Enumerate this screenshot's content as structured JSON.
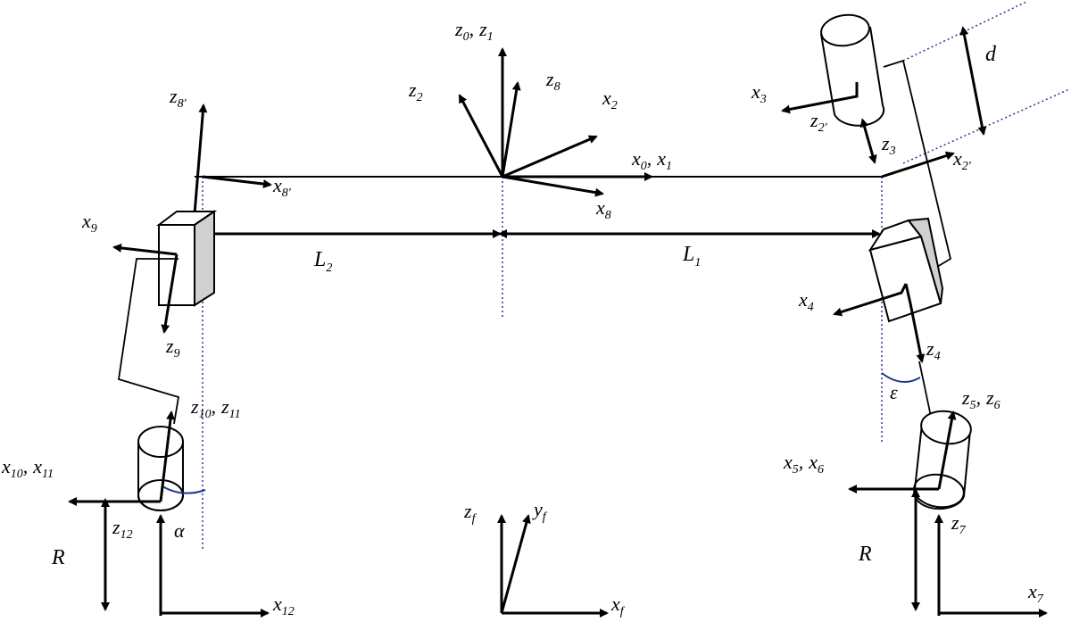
{
  "labels": {
    "z0": "z",
    "z0_sub": "0",
    "comma": ",",
    "z1": "z",
    "z1_sub": "1",
    "z2": "z",
    "z2_sub": "2",
    "z8": "z",
    "z8_sub": "8",
    "x2": "x",
    "x2_sub": "2",
    "x0": "x",
    "x0_sub": "0",
    "x1": "x",
    "x1_sub": "1",
    "x8": "x",
    "x8_sub": "8",
    "z8p": "z",
    "z8p_sub": "8'",
    "x8p": "x",
    "x8p_sub": "8'",
    "x9": "x",
    "x9_sub": "9",
    "z9": "z",
    "z9_sub": "9",
    "L2": "L",
    "L2_sub": "2",
    "L1": "L",
    "L1_sub": "1",
    "x3": "x",
    "x3_sub": "3",
    "z2p": "z",
    "z2p_sub": "2'",
    "z3": "z",
    "z3_sub": "3",
    "x2p": "x",
    "x2p_sub": "2'",
    "d": "d",
    "x4": "x",
    "x4_sub": "4",
    "z4": "z",
    "z4_sub": "4",
    "eps": "ε",
    "z5": "z",
    "z5_sub": "5",
    "z6": "z",
    "z6_sub": "6",
    "x5": "x",
    "x5_sub": "5",
    "x6": "x",
    "x6_sub": "6",
    "z7": "z",
    "z7_sub": "7",
    "x7": "x",
    "x7_sub": "7",
    "R_right": "R",
    "z10": "z",
    "z10_sub": "10",
    "z11": "z",
    "z11_sub": "11",
    "x10": "x",
    "x10_sub": "10",
    "x11": "x",
    "x11_sub": "11",
    "z12": "z",
    "z12_sub": "12",
    "alpha": "α",
    "R_left": "R",
    "x12": "x",
    "x12_sub": "12",
    "zf": "z",
    "zf_sub": "f",
    "yf": "y",
    "yf_sub": "f",
    "xf": "x",
    "xf_sub": "f"
  },
  "colors": {
    "stroke": "#000000",
    "guide": "#1f3a93",
    "shade": "#d0d0d0",
    "arc": "#1f3a93"
  }
}
